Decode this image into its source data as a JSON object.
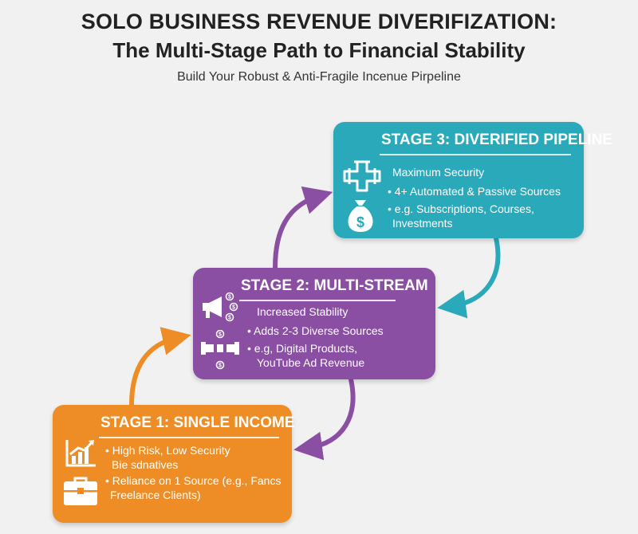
{
  "title": {
    "line1": "SOLO BUSINESS REVENUE DIVERIFIZATION:",
    "line2": "The Multi-Stage Path to Financial Stability",
    "subtitle": "Build Your Robust & Anti-Fragile Incenue Pirpeline"
  },
  "stages": {
    "s1": {
      "heading": "STAGE 1: SINGLE INCOME",
      "lines": [
        "• High Risk, Low Security",
        "Bie sdnatives",
        "• Reliance on 1 Source (e.g., Fancs",
        "Freelance Clients)"
      ],
      "color": "#ee8d26",
      "icons": [
        "growth-chart-icon",
        "briefcase-icon"
      ]
    },
    "s2": {
      "heading": "STAGE 2: MULTI-STREAM",
      "lines": [
        "Increased Stability",
        "• Adds 2-3 Diverse Sources",
        "• e.g, Digital Products,",
        "YouTube Ad Revenue"
      ],
      "color": "#8a4ea3",
      "icons": [
        "megaphone-dollar-icon",
        "pipe-dollar-icon"
      ]
    },
    "s3": {
      "heading": "STAGE 3: DIVERIFIED PIPELINE",
      "lines": [
        "Maximum Security",
        "• 4+ Automated & Passive Sources",
        "• e.g. Subscriptions, Courses,",
        "Investments"
      ],
      "color": "#2aa9ba",
      "icons": [
        "pipe-junction-icon",
        "money-bag-icon"
      ]
    }
  },
  "arrow_colors": {
    "orange": "#ee8d26",
    "purple": "#8a4ea3",
    "teal": "#2aa9ba"
  }
}
